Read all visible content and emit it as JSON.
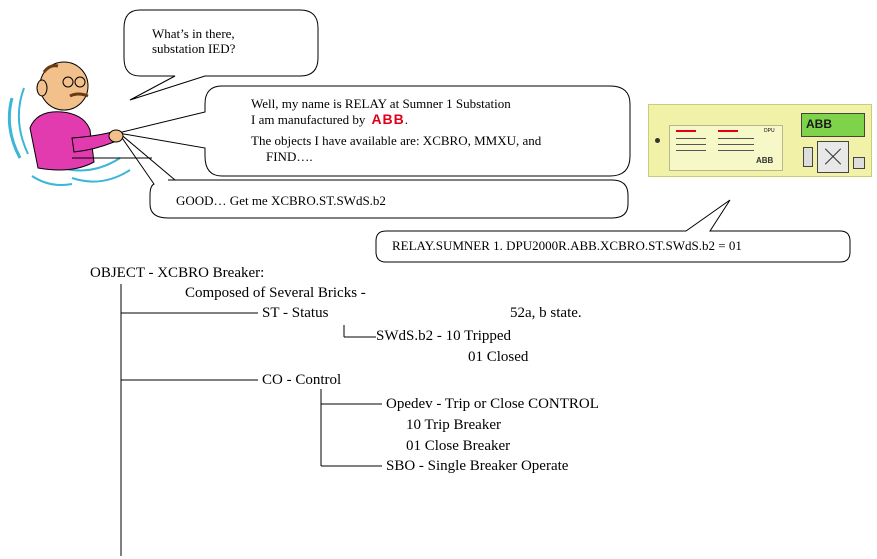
{
  "bubbles": {
    "question": [
      "What’s in there,",
      "substation IED?"
    ],
    "reply": {
      "line1": "Well, my name is  RELAY at  Sumner 1 Substation",
      "line2": "I am manufactured by",
      "logo": "ABB",
      "logo_period": ".",
      "line3": "The objects I have available are:  XCBRO, MMXU, and",
      "line4": "FIND…."
    },
    "request": "GOOD… Get me  XCBRO.ST.SWdS.b2",
    "answer": "RELAY.SUMNER 1. DPU2000R.ABB.XCBRO.ST.SWdS.b2 = 01"
  },
  "device": {
    "brand": "ABB",
    "model": "DPU"
  },
  "tree": {
    "object": "OBJECT   -    XCBRO  Breaker:",
    "composed": "Composed of Several Bricks -",
    "st": "ST -  Status",
    "st_note": "52a, b state.",
    "swds": "SWdS.b2 -  10 Tripped",
    "closed": "01 Closed",
    "co": "CO - Control",
    "opedev": "Opedev  - Trip or Close CONTROL",
    "trip": "10 Trip Breaker",
    "close": "01 Close Breaker",
    "sbo": "SBO -  Single Breaker Operate"
  },
  "colors": {
    "shirt": "#e23bb0",
    "skin": "#f2c08a",
    "device_panel": "#f1f2a8",
    "device_frame": "#c9cc7a",
    "logo_red": "#e0001a",
    "lcd": "#7fd34a"
  }
}
